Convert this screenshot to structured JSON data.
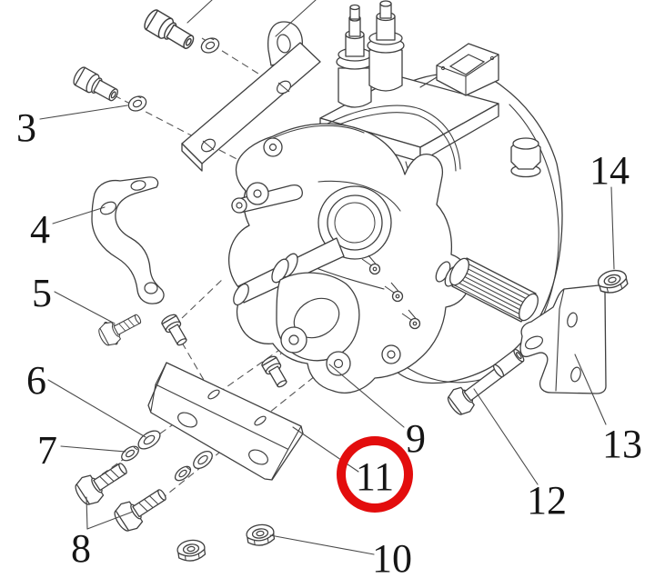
{
  "diagram": {
    "kind": "exploded-parts-diagram",
    "background": "#ffffff",
    "line_color": "#3f3f3f"
  },
  "callouts": {
    "c3": {
      "label": "3"
    },
    "c4": {
      "label": "4"
    },
    "c5": {
      "label": "5"
    },
    "c6": {
      "label": "6"
    },
    "c7": {
      "label": "7"
    },
    "c8": {
      "label": "8"
    },
    "c9": {
      "label": "9"
    },
    "c10": {
      "label": "10"
    },
    "c11": {
      "label": "11"
    },
    "c12": {
      "label": "12"
    },
    "c13": {
      "label": "13"
    },
    "c14": {
      "label": "14"
    }
  },
  "highlight": {
    "circled_callout": "11",
    "color": "#e30d0d"
  }
}
